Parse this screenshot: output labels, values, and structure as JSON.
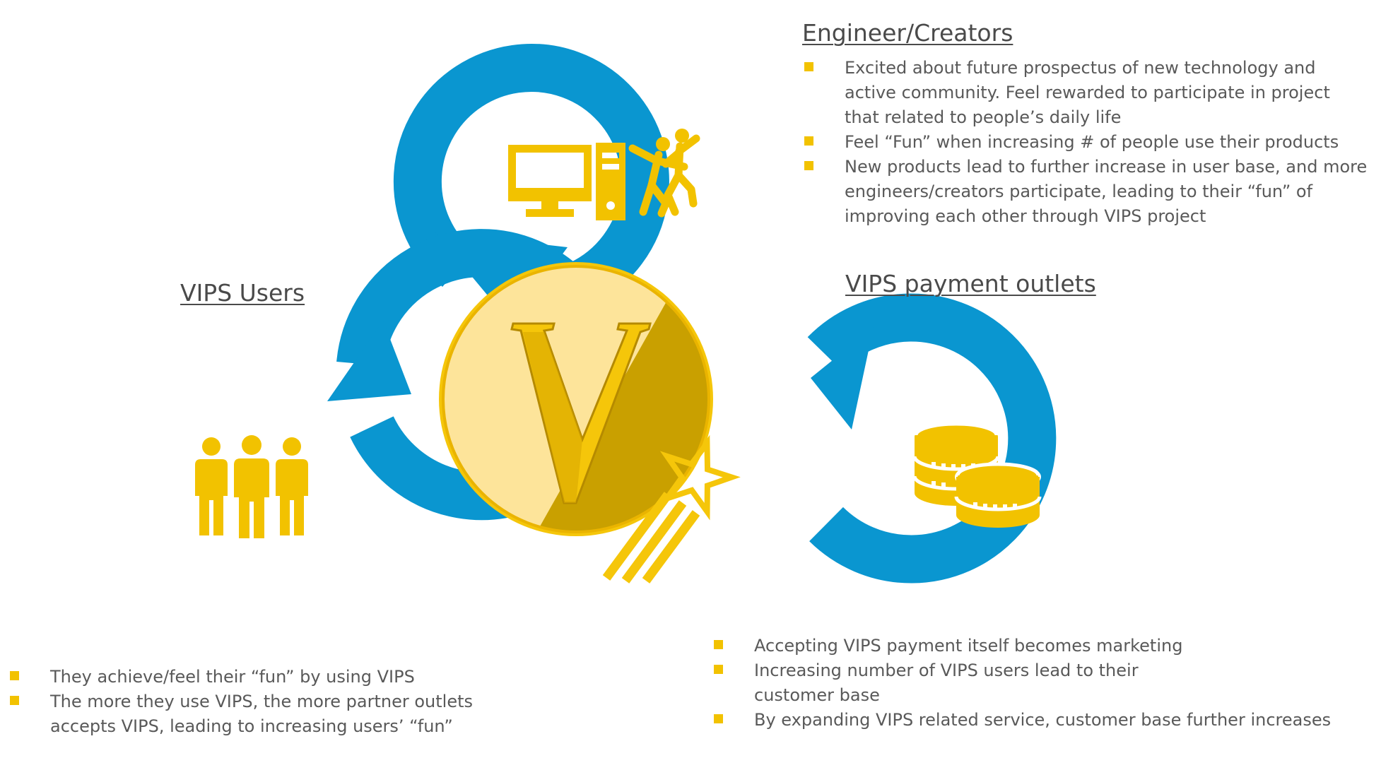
{
  "engineers": {
    "title": "Engineer/Creators",
    "bullets": [
      "Excited about future prospectus of new technology and active community. Feel rewarded to participate in project that related to people’s daily life",
      "Feel “Fun” when increasing # of people use their products",
      "New products lead to further increase in user base, and more engineers/creators participate, leading to their “fun” of improving each other through VIPS project"
    ],
    "icons": [
      "desktop-computer-icon",
      "dancing-people-icon"
    ]
  },
  "users": {
    "title": "VIPS Users",
    "bullets": [
      "They achieve/feel their “fun” by using VIPS",
      "The more they use VIPS, the more partner outlets accepts VIPS, leading to increasing users’ “fun”"
    ],
    "icons": [
      "group-people-icon"
    ]
  },
  "outlets": {
    "title": "VIPS payment outlets",
    "bullets": [
      "Accepting VIPS payment itself becomes marketing",
      "Increasing number of VIPS users lead to their customer base",
      "By expanding VIPS related service, customer base further increases"
    ],
    "icons": [
      "coin-stacks-icon"
    ]
  },
  "coin": {
    "icon": "vips-coin-logo-icon"
  },
  "colors": {
    "arrow": "#0a96d0",
    "icon": "#f2c200",
    "bullet": "#f2c200",
    "text": "#595959",
    "coin_light": "#fde49a",
    "coin_mid": "#f5c60a",
    "coin_dark": "#c9a000"
  }
}
